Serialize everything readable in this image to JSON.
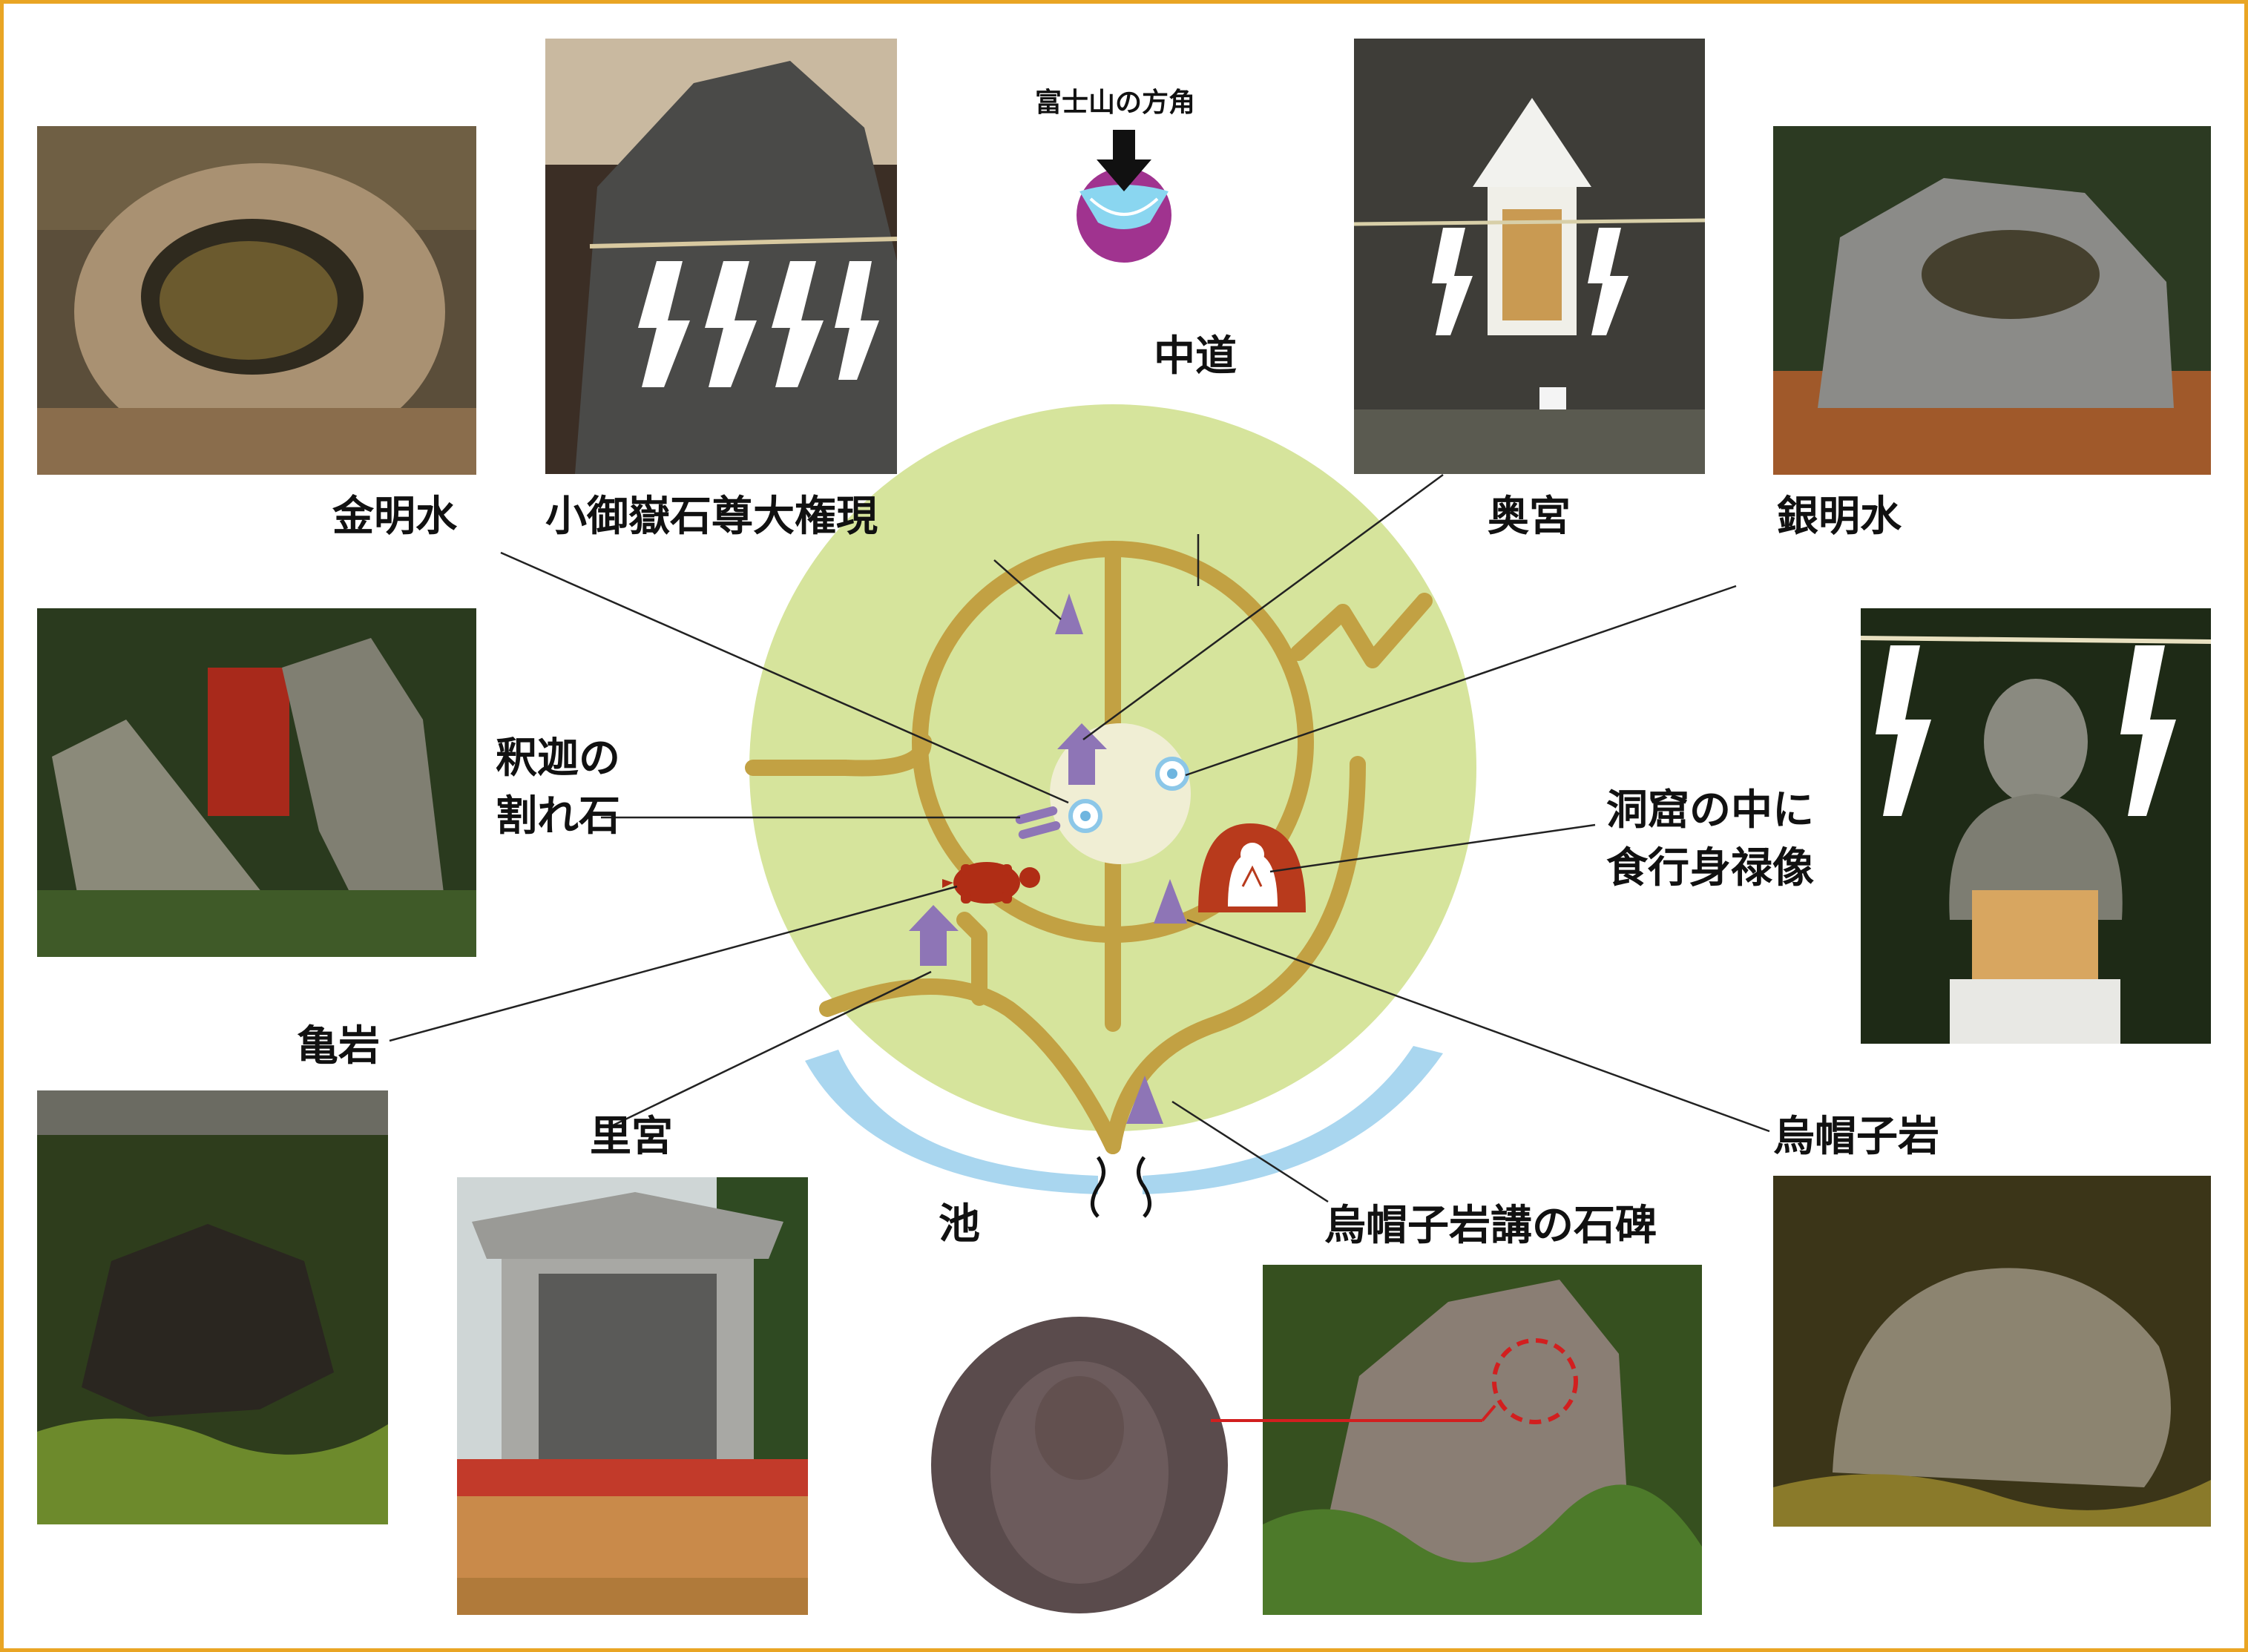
{
  "fuji_direction": {
    "label": "富士山の方角",
    "icon": "mount-fuji-icon"
  },
  "path_label": "中道",
  "pond_label": "池",
  "features": {
    "kinmeisui": {
      "label": "金明水",
      "icon": "water-spring-icon"
    },
    "komitake": {
      "label": "小御嶽石尊大権現",
      "icon": "triangle-stone-icon"
    },
    "okumiya": {
      "label": "奥宮",
      "icon": "shrine-icon"
    },
    "ginmeisui": {
      "label": "銀明水",
      "icon": "water-spring-icon"
    },
    "shaka_line1": "釈迦の",
    "shaka_line2": "割れ石",
    "cave_line1": "洞窟の中に",
    "cave_line2": "食行身禄像",
    "kameiwa": {
      "label": "亀岩",
      "icon": "turtle-icon"
    },
    "satomiya": {
      "label": "里宮",
      "icon": "shrine-icon"
    },
    "eboshi_iwa": {
      "label": "烏帽子岩",
      "icon": "triangle-stone-icon"
    },
    "eboshi_monument": {
      "label": "烏帽子岩講の石碑",
      "icon": "triangle-stone-icon"
    }
  },
  "colors": {
    "border": "#e9a524",
    "mound": "#d6e49c",
    "path": "#c2a143",
    "marker": "#8e75b6",
    "pond": "#a9d6ef",
    "cave": "#b83a1c",
    "turtle": "#b02d15",
    "fuji_circle": "#a0338f",
    "fuji_snow": "#8ad6f0",
    "leader_red": "#d21f1f"
  }
}
